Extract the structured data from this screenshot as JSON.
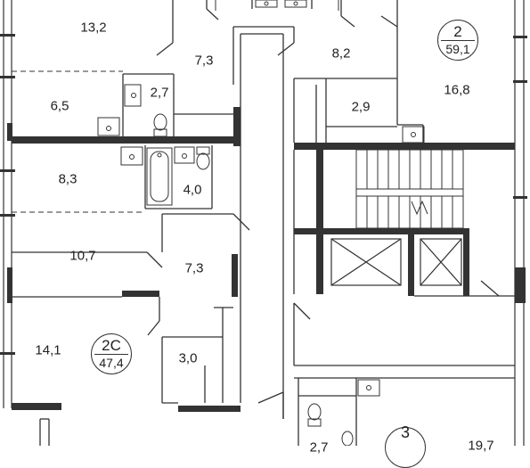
{
  "rooms": [
    {
      "id": "r13_2",
      "area": "13,2"
    },
    {
      "id": "r7_3_top",
      "area": "7,3"
    },
    {
      "id": "r8_2",
      "area": "8,2"
    },
    {
      "id": "r6_5",
      "area": "6,5"
    },
    {
      "id": "r2_7",
      "area": "2,7"
    },
    {
      "id": "r2_9",
      "area": "2,9"
    },
    {
      "id": "r16_8",
      "area": "16,8"
    },
    {
      "id": "r8_3",
      "area": "8,3"
    },
    {
      "id": "r4_0",
      "area": "4,0"
    },
    {
      "id": "r10_7",
      "area": "10,7"
    },
    {
      "id": "r7_3_mid",
      "area": "7,3"
    },
    {
      "id": "r14_1",
      "area": "14,1"
    },
    {
      "id": "r3_0",
      "area": "3,0"
    },
    {
      "id": "r2_7_bottom_partial",
      "area": "2,7"
    },
    {
      "id": "r19_7_partial",
      "area": "19,7"
    }
  ],
  "apartments": [
    {
      "id": "apt2",
      "number": "2",
      "total_area": "59,1"
    },
    {
      "id": "apt2c",
      "number": "2С",
      "total_area": "47,4"
    },
    {
      "id": "apt3",
      "number": "3",
      "total_area": ""
    }
  ],
  "icons": [
    "sink-icon",
    "toilet-icon",
    "bathtub-icon",
    "staircase-icon",
    "elevator-icon"
  ]
}
